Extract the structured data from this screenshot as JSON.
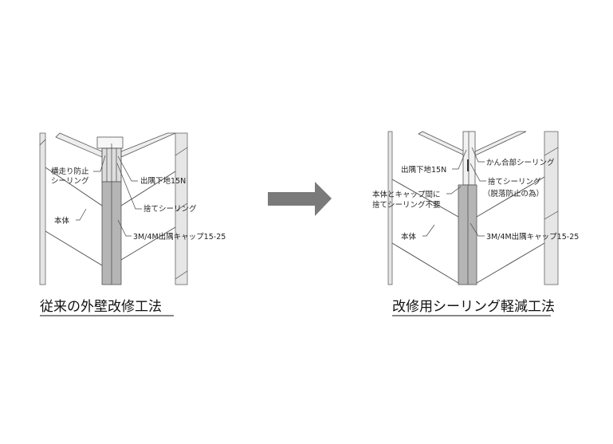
{
  "left": {
    "title": "従来の外壁改修工法",
    "labels": {
      "yokobashiri1": "横走り防止",
      "yokobashiri2": "シーリング",
      "shitaji": "出隅下地15N",
      "sute": "捨てシーリング",
      "hontai": "本体",
      "cap": "3M/4M出隅キャップ15-25"
    }
  },
  "right": {
    "title": "改修用シーリング軽減工法",
    "labels": {
      "kango": "かん合部シーリング",
      "shitaji": "出隅下地15N",
      "sute1": "捨てシーリング",
      "sute2": "（脱落防止の為）",
      "fuyou1": "本体とキャップ間に",
      "fuyou2": "捨てシーリング不要",
      "hontai": "本体",
      "cap": "3M/4M出隅キャップ15-25"
    }
  },
  "colors": {
    "cap": "#b5b5b5",
    "arrow": "#7a7a7a"
  }
}
